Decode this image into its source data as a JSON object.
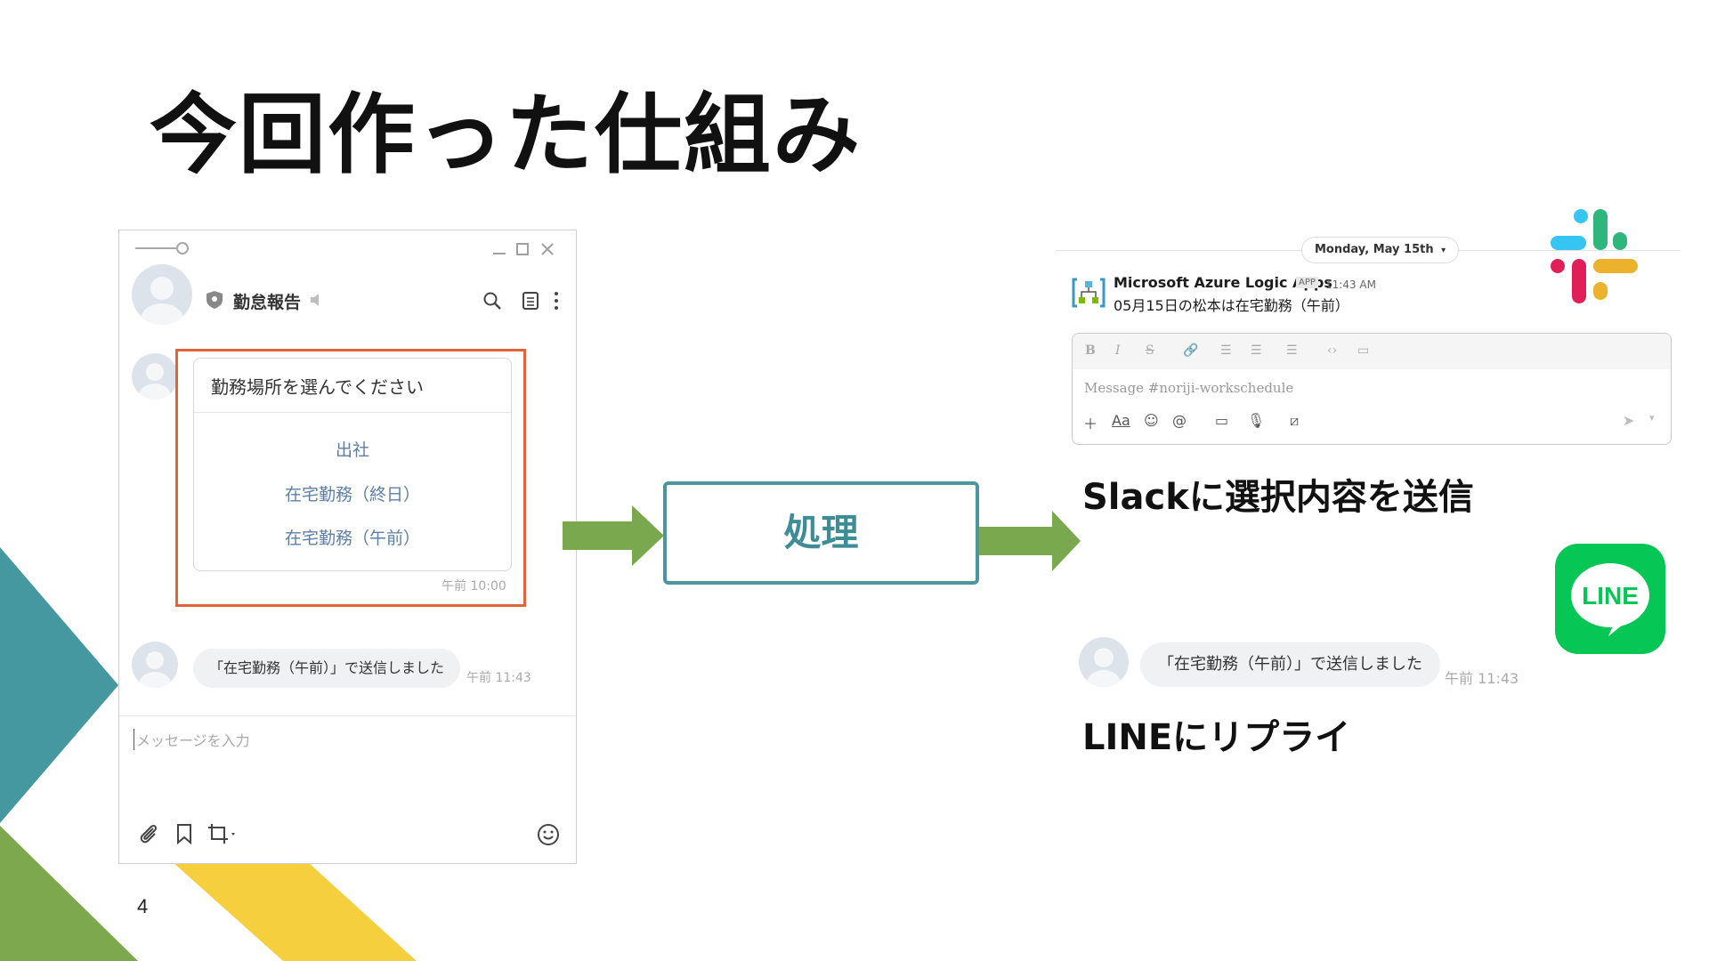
{
  "page": {
    "title": "今回作った仕組み",
    "number": "4"
  },
  "chat_window": {
    "room_title": "勤怠報告",
    "card": {
      "title": "勤務場所を選んでください",
      "options": [
        "出社",
        "在宅勤務（終日）",
        "在宅勤務（午前）"
      ],
      "time": "午前 10:00"
    },
    "reply": {
      "text": "「在宅勤務（午前）」で送信しました",
      "time": "午前 11:43"
    },
    "input_placeholder": "メッセージを入力"
  },
  "process": {
    "label": "処理"
  },
  "slack": {
    "date_label": "Monday, May 15th",
    "sender": "Microsoft Azure Logic Apps",
    "badge": "APP",
    "time": "11:43 AM",
    "message": "05月15日の松本は在宅勤務（午前）",
    "composer_placeholder": "Message #noriji-workschedule",
    "format_buttons": [
      "B",
      "I",
      "S"
    ],
    "aa_label": "Aa",
    "caption": "Slackに選択内容を送信"
  },
  "line_reply": {
    "text": "「在宅勤務（午前）」で送信しました",
    "time": "午前 11:43",
    "logo_text": "LINE",
    "caption": "LINEにリプライ"
  },
  "colors": {
    "teal": "#4b959f",
    "green_arrow": "#79a84f",
    "highlight": "#e0633a",
    "option_link": "#5b7fa8",
    "line_green": "#06c755",
    "deco_yellow": "#f6cf3f",
    "deco_green": "#7da84d"
  }
}
